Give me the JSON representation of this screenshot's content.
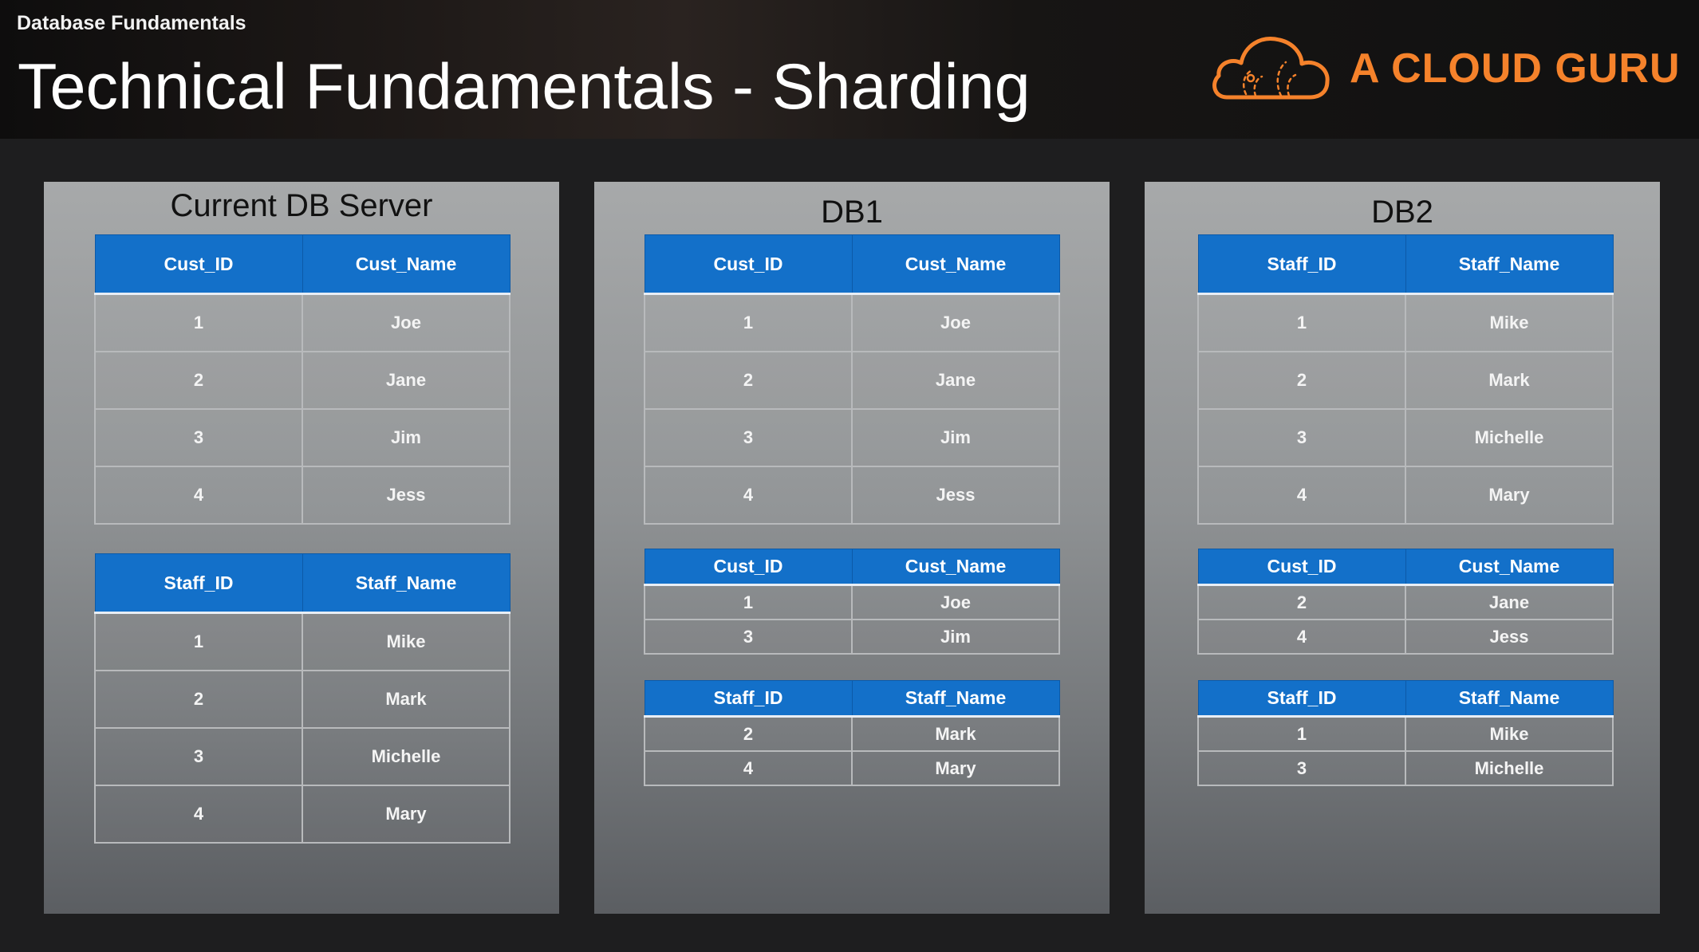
{
  "header": {
    "breadcrumb": "Database Fundamentals",
    "title": "Technical Fundamentals - Sharding",
    "logo_text": "A CLOUD GURU",
    "logo_icon": "cloud-logo-icon",
    "accent_color": "#f5822b"
  },
  "colors": {
    "table_header": "#1370c9",
    "panel_top": "#a7a9aa",
    "panel_bottom": "#5b5e62"
  },
  "panels": [
    {
      "title": "Current DB Server",
      "tables": [
        {
          "headers": [
            "Cust_ID",
            "Cust_Name"
          ],
          "rows": [
            [
              "1",
              "Joe"
            ],
            [
              "2",
              "Jane"
            ],
            [
              "3",
              "Jim"
            ],
            [
              "4",
              "Jess"
            ]
          ]
        },
        {
          "headers": [
            "Staff_ID",
            "Staff_Name"
          ],
          "rows": [
            [
              "1",
              "Mike"
            ],
            [
              "2",
              "Mark"
            ],
            [
              "3",
              "Michelle"
            ],
            [
              "4",
              "Mary"
            ]
          ]
        }
      ]
    },
    {
      "title": "DB1",
      "tables": [
        {
          "headers": [
            "Cust_ID",
            "Cust_Name"
          ],
          "rows": [
            [
              "1",
              "Joe"
            ],
            [
              "2",
              "Jane"
            ],
            [
              "3",
              "Jim"
            ],
            [
              "4",
              "Jess"
            ]
          ]
        },
        {
          "headers": [
            "Cust_ID",
            "Cust_Name"
          ],
          "rows": [
            [
              "1",
              "Joe"
            ],
            [
              "3",
              "Jim"
            ]
          ]
        },
        {
          "headers": [
            "Staff_ID",
            "Staff_Name"
          ],
          "rows": [
            [
              "2",
              "Mark"
            ],
            [
              "4",
              "Mary"
            ]
          ]
        }
      ]
    },
    {
      "title": "DB2",
      "tables": [
        {
          "headers": [
            "Staff_ID",
            "Staff_Name"
          ],
          "rows": [
            [
              "1",
              "Mike"
            ],
            [
              "2",
              "Mark"
            ],
            [
              "3",
              "Michelle"
            ],
            [
              "4",
              "Mary"
            ]
          ]
        },
        {
          "headers": [
            "Cust_ID",
            "Cust_Name"
          ],
          "rows": [
            [
              "2",
              "Jane"
            ],
            [
              "4",
              "Jess"
            ]
          ]
        },
        {
          "headers": [
            "Staff_ID",
            "Staff_Name"
          ],
          "rows": [
            [
              "1",
              "Mike"
            ],
            [
              "3",
              "Michelle"
            ]
          ]
        }
      ]
    }
  ]
}
